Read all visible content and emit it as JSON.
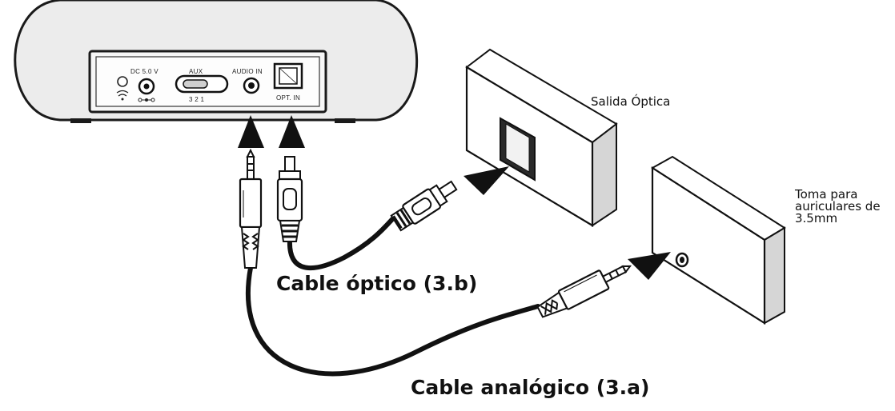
{
  "device_panel": {
    "dc_label": "DC 5.0 V",
    "aux_label": "AUX",
    "switch_positions": "3  2  1",
    "audio_in_label": "AUDIO IN",
    "opt_in_label": "OPT. IN"
  },
  "labels": {
    "optical_output": "Salida Óptica",
    "headphone_jack": [
      "Toma para",
      "auriculares de",
      "3.5mm"
    ]
  },
  "captions": {
    "optical_cable": "Cable óptico (3.b)",
    "analog_cable": "Cable analógico (3.a)"
  }
}
